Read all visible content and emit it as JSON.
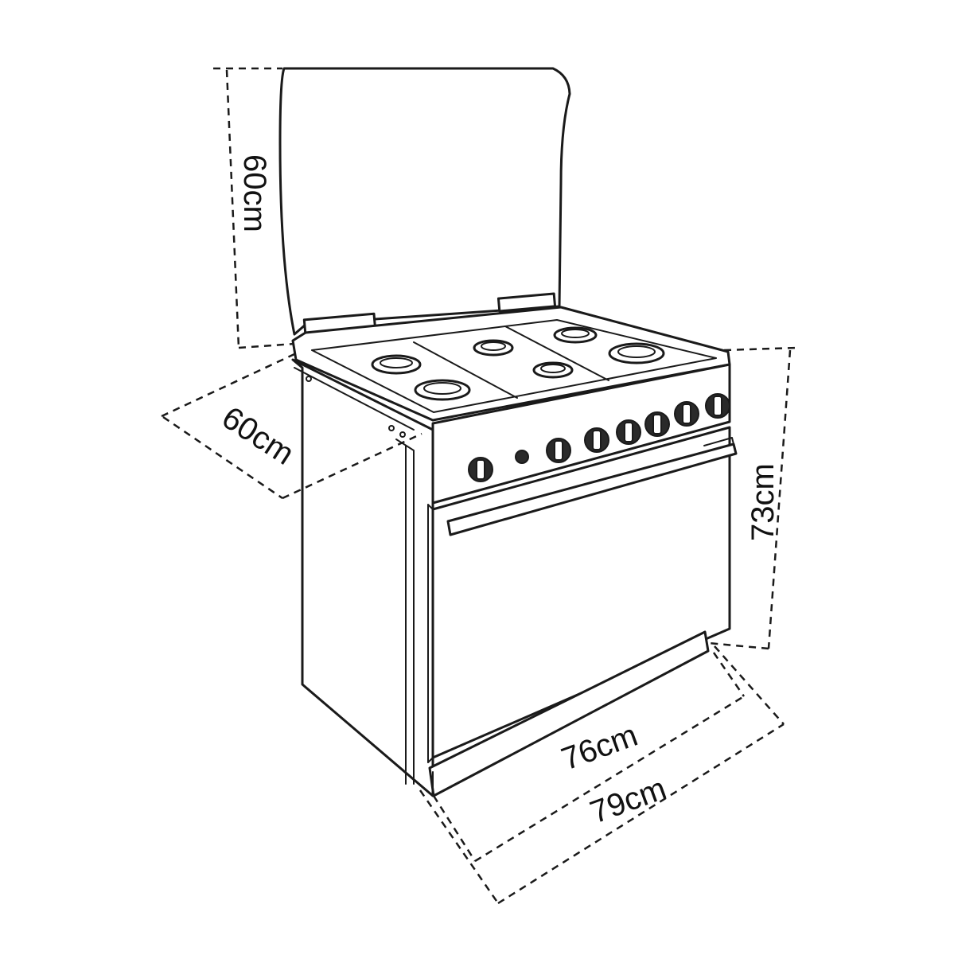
{
  "dimensions": {
    "backsplash_height": "60cm",
    "depth": "60cm",
    "height": "73cm",
    "inner_width": "76cm",
    "outer_width": "79cm"
  }
}
